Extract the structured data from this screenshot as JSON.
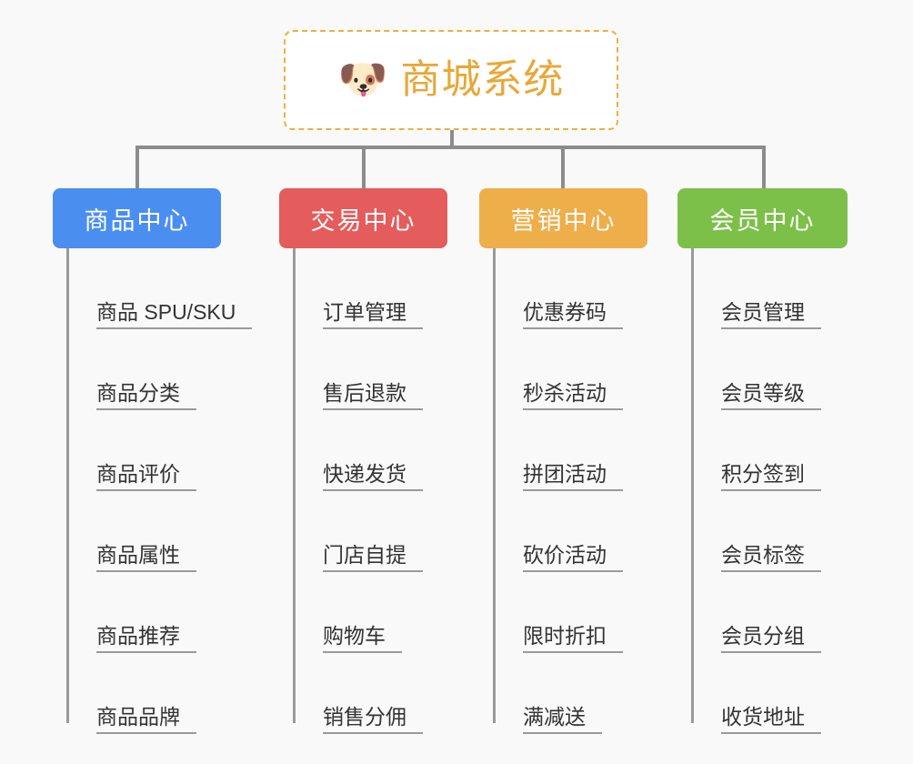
{
  "page": {
    "background_color": "#f9f9f9",
    "line_color": "#8c8c8c"
  },
  "root": {
    "icon": "dog-face-emoji",
    "icon_glyph": "🐶",
    "title": "商城系统",
    "title_color": "#e8a838",
    "border_color": "#eeb03c",
    "border_style": "dashed",
    "background_color": "#ffffff"
  },
  "columns": [
    {
      "id": "product-center",
      "label": "商品中心",
      "color": "#4a8ef0",
      "items": [
        {
          "label": "商品 SPU/SKU"
        },
        {
          "label": "商品分类"
        },
        {
          "label": "商品评价"
        },
        {
          "label": "商品属性"
        },
        {
          "label": "商品推荐"
        },
        {
          "label": "商品品牌"
        }
      ]
    },
    {
      "id": "trade-center",
      "label": "交易中心",
      "color": "#e55c5c",
      "items": [
        {
          "label": "订单管理"
        },
        {
          "label": "售后退款"
        },
        {
          "label": "快递发货"
        },
        {
          "label": "门店自提"
        },
        {
          "label": "购物车"
        },
        {
          "label": "销售分佣"
        }
      ]
    },
    {
      "id": "marketing-center",
      "label": "营销中心",
      "color": "#eeae4a",
      "items": [
        {
          "label": "优惠券码"
        },
        {
          "label": "秒杀活动"
        },
        {
          "label": "拼团活动"
        },
        {
          "label": "砍价活动"
        },
        {
          "label": "限时折扣"
        },
        {
          "label": "满减送"
        }
      ]
    },
    {
      "id": "member-center",
      "label": "会员中心",
      "color": "#7cc04a",
      "items": [
        {
          "label": "会员管理"
        },
        {
          "label": "会员等级"
        },
        {
          "label": "积分签到"
        },
        {
          "label": "会员标签"
        },
        {
          "label": "会员分组"
        },
        {
          "label": "收货地址"
        }
      ]
    }
  ]
}
